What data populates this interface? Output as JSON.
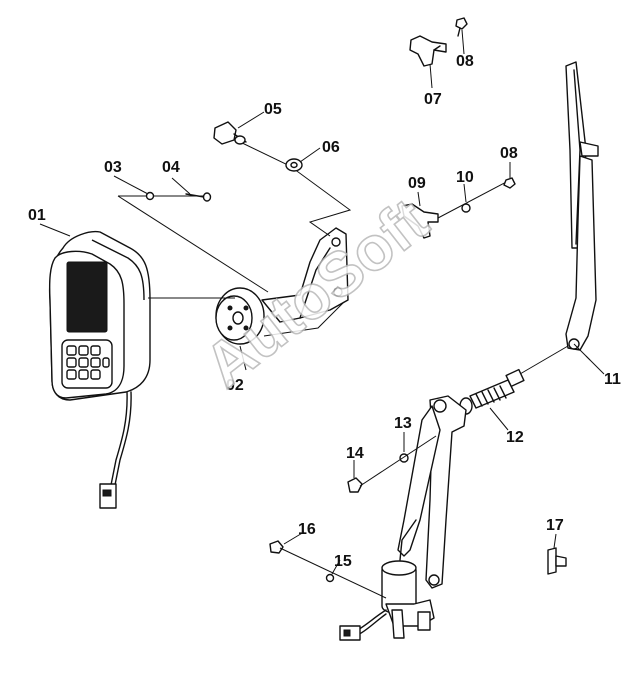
{
  "watermark": "AutoSoft",
  "callouts": {
    "c01": "01",
    "c02": "02",
    "c03": "03",
    "c04": "04",
    "c05": "05",
    "c06": "06",
    "c07": "07",
    "c08a": "08",
    "c08b": "08",
    "c09": "09",
    "c10": "10",
    "c11": "11",
    "c12": "12",
    "c13": "13",
    "c14": "14",
    "c15": "15",
    "c16": "16",
    "c17": "17"
  }
}
